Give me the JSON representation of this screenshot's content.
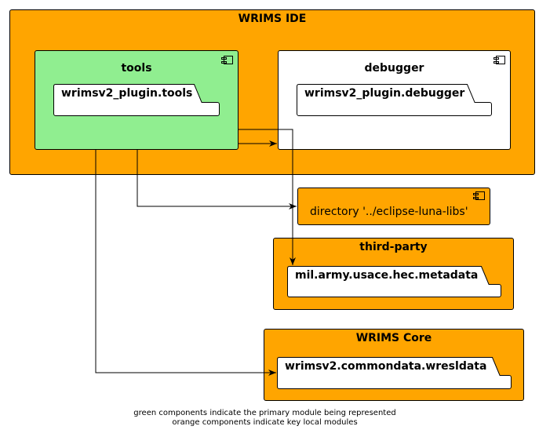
{
  "wrims_ide": {
    "title": "WRIMS IDE",
    "tools": {
      "title": "tools",
      "package": "wrimsv2_plugin.tools"
    },
    "debugger": {
      "title": "debugger",
      "package": "wrimsv2_plugin.debugger"
    }
  },
  "eclipse_libs": {
    "label": "directory '../eclipse-luna-libs'"
  },
  "third_party": {
    "title": "third-party",
    "package": "mil.army.usace.hec.metadata"
  },
  "wrims_core": {
    "title": "WRIMS Core",
    "package": "wrimsv2.commondata.wresldata"
  },
  "legend": {
    "line1": "green components indicate the primary module being represented",
    "line2": "orange components indicate key local modules"
  },
  "colors": {
    "primary_module": "#90EE90",
    "local_module": "#FFA500",
    "external_module": "#FFFFFF"
  }
}
